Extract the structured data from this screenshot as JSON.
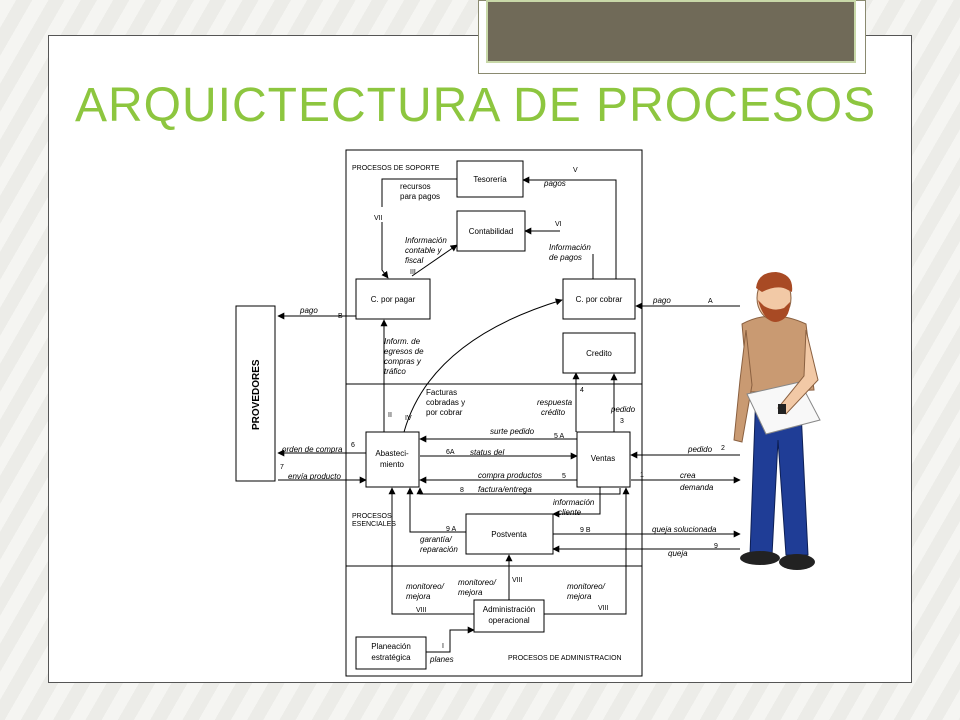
{
  "title": "ARQUICTECTURA DE PROCESOS",
  "colors": {
    "title": "#8dc63f",
    "decoFill": "#706a58",
    "decoBorder": "#c8d8a8"
  },
  "person": {
    "icon": "person-illustration"
  },
  "sections": {
    "support": "PROCESOS DE SOPORTE",
    "essential_1": "PROCESOS",
    "essential_2": "ESENCIALES",
    "admin": "PROCESOS DE ADMINISTRACION"
  },
  "boxes": {
    "tesoreria": "Tesorería",
    "contabilidad": "Contabilidad",
    "cpagar": "C. por pagar",
    "ccobrar": "C. por cobrar",
    "credito": "Credito",
    "abastecimiento_1": "Abasteci-",
    "abastecimiento_2": "miento",
    "ventas": "Ventas",
    "postventa": "Postventa",
    "admin_op_1": "Administración",
    "admin_op_2": "operacional",
    "planeacion_1": "Planeación",
    "planeacion_2": "estratégica",
    "proveedores": "PROVEDORES"
  },
  "labels": {
    "V": "V",
    "pagos": "pagos",
    "recursos_1": "recursos",
    "recursos_2": "para pagos",
    "VII": "VII",
    "VI": "VI",
    "info_contable_1": "Información",
    "info_contable_2": "contable y",
    "info_contable_3": "fiscal",
    "III": "III",
    "info_pagos_1": "Información",
    "info_pagos_2": "de pagos",
    "pago_left": "pago",
    "B": "B",
    "pago_right": "pago",
    "A": "A",
    "egresos_1": "Inform. de",
    "egresos_2": "egresos de",
    "egresos_3": "compras y",
    "egresos_4": "tráfico",
    "facturas_1": "Facturas",
    "facturas_2": "cobradas y",
    "facturas_3": "por cobrar",
    "II": "II",
    "IV": "IV",
    "n4": "4",
    "respuesta_1": "respuesta",
    "respuesta_2": "crédito",
    "pedido_int": "pedido",
    "n3": "3",
    "surte_pedido": "surte pedido",
    "n5A": "5 A",
    "n6": "6",
    "orden_compra": "orden de compra",
    "n7": "7",
    "envia_producto": "envía producto",
    "n6A": "6A",
    "status_del": "status del",
    "pedido_ext": "pedido",
    "n2": "2",
    "compra_productos": "compra productos",
    "n5": "5",
    "n1": "1",
    "crea_demanda_1": "crea",
    "crea_demanda_2": "demanda",
    "n8": "8",
    "factura_entrega": "factura/entrega",
    "info_cliente_1": "información",
    "info_cliente_2": "cliente",
    "n9A": "9 A",
    "n9B": "9 B",
    "queja_solucionada": "queja solucionada",
    "n9": "9",
    "queja": "queja",
    "garantia_1": "garantía/",
    "garantia_2": "reparación",
    "VIII_a": "VIII",
    "monitoreo_l_1": "monitoreo/",
    "monitoreo_l_2": "mejora",
    "VIII_b": "VIII",
    "monitoreo_c_1": "monitoreo/",
    "monitoreo_c_2": "mejora",
    "monitoreo_r_1": "monitoreo/",
    "monitoreo_r_2": "mejora",
    "VIII_c": "VIII",
    "I": "I",
    "planes": "planes"
  }
}
